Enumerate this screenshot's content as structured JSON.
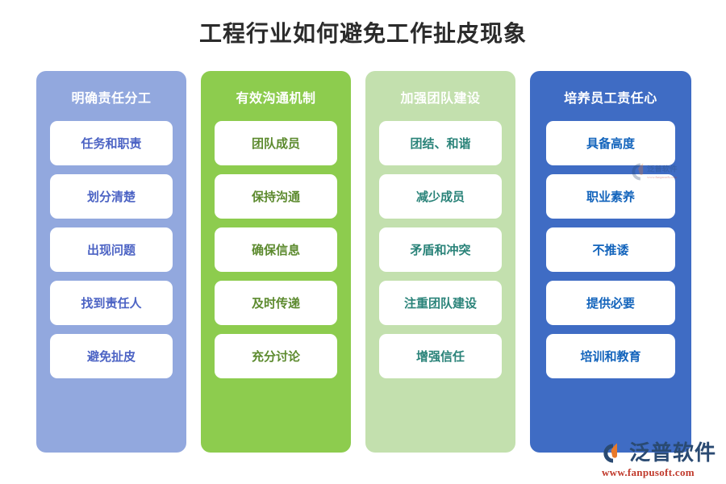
{
  "title": "工程行业如何避免工作扯皮现象",
  "columns": [
    {
      "header": "明确责任分工",
      "bg_color": "#92A8DE",
      "header_text_color": "#FFFFFF",
      "card_text_color": "#4C63C4",
      "cards": [
        "任务和职责",
        "划分清楚",
        "出现问题",
        "找到责任人",
        "避免扯皮"
      ]
    },
    {
      "header": "有效沟通机制",
      "bg_color": "#8DCC4E",
      "header_text_color": "#FFFFFF",
      "card_text_color": "#5C8A2E",
      "cards": [
        "团队成员",
        "保持沟通",
        "确保信息",
        "及时传递",
        "充分讨论"
      ]
    },
    {
      "header": "加强团队建设",
      "bg_color": "#C3E0AE",
      "header_text_color": "#FFFFFF",
      "card_text_color": "#2A8379",
      "cards": [
        "团结、和谐",
        "减少成员",
        "矛盾和冲突",
        "注重团队建设",
        "增强信任"
      ]
    },
    {
      "header": "培养员工责任心",
      "bg_color": "#3F6CC4",
      "header_text_color": "#FFFFFF",
      "card_text_color": "#1364BC",
      "cards": [
        "具备高度",
        "职业素养",
        "不推诿",
        "提供必要",
        "培训和教育"
      ]
    }
  ],
  "branding": {
    "logo_text": "泛普软件",
    "logo_url": "www.fanpusoft.com",
    "logo_mark_color": "#2a4a72",
    "logo_accent_color": "#e8792a"
  }
}
